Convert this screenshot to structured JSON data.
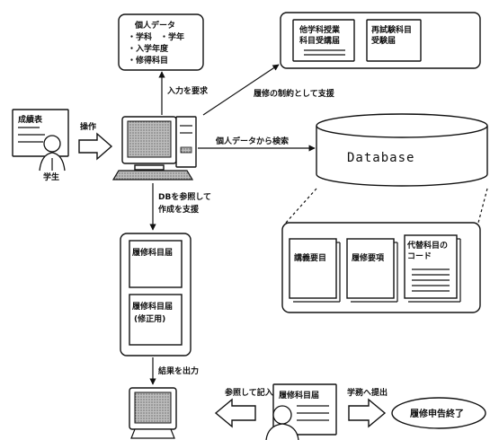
{
  "personal_data": {
    "title": "個人データ",
    "items": [
      "・学科　・学年",
      "・入学年度",
      "・修得科目"
    ]
  },
  "top_right_docs": {
    "doc1": [
      "他学科授業",
      "科目受講届"
    ],
    "doc2": [
      "再試験科目",
      "受験届"
    ]
  },
  "student": {
    "doc_label": "成績表",
    "person_label": "学生"
  },
  "labels": {
    "operate": "操作",
    "input_request": "入力を要求",
    "restriction_support": "履修の制約として支援",
    "search": "個人データから検索",
    "refer_db_1": "DBを参照して",
    "refer_db_2": "作成を支援",
    "output": "結果を出力",
    "refer_fill": "参照して記入",
    "submit": "学務へ提出"
  },
  "database": {
    "name": "Database",
    "docs": [
      "講義要目",
      "履修要項",
      "代替科目の",
      "コード"
    ]
  },
  "output_forms": {
    "form1": "履修科目届",
    "form2_line1": "履修科目届",
    "form2_line2": "(修正用)"
  },
  "bottom": {
    "form_label": "履修科目届",
    "end": "履修申告終了"
  }
}
